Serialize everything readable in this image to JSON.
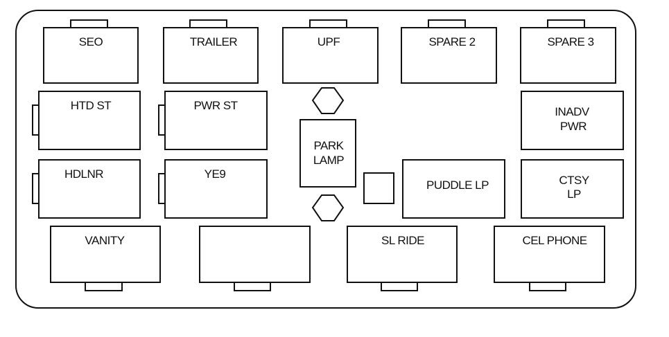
{
  "diagram": {
    "fuses_top": [
      "SEO",
      "TRAILER",
      "UPF",
      "SPARE 2",
      "SPARE 3"
    ],
    "fuses_left": [
      "HTD ST",
      "PWR ST",
      "HDLNR",
      "YE9"
    ],
    "park_lamp": [
      "PARK",
      "LAMP"
    ],
    "puddle_lp": "PUDDLE LP",
    "inadv_pwr": [
      "INADV",
      "PWR"
    ],
    "ctsy_lp": [
      "CTSY",
      "LP"
    ],
    "fuses_bottom": [
      "VANITY",
      "",
      "SL RIDE",
      "CEL PHONE"
    ]
  }
}
